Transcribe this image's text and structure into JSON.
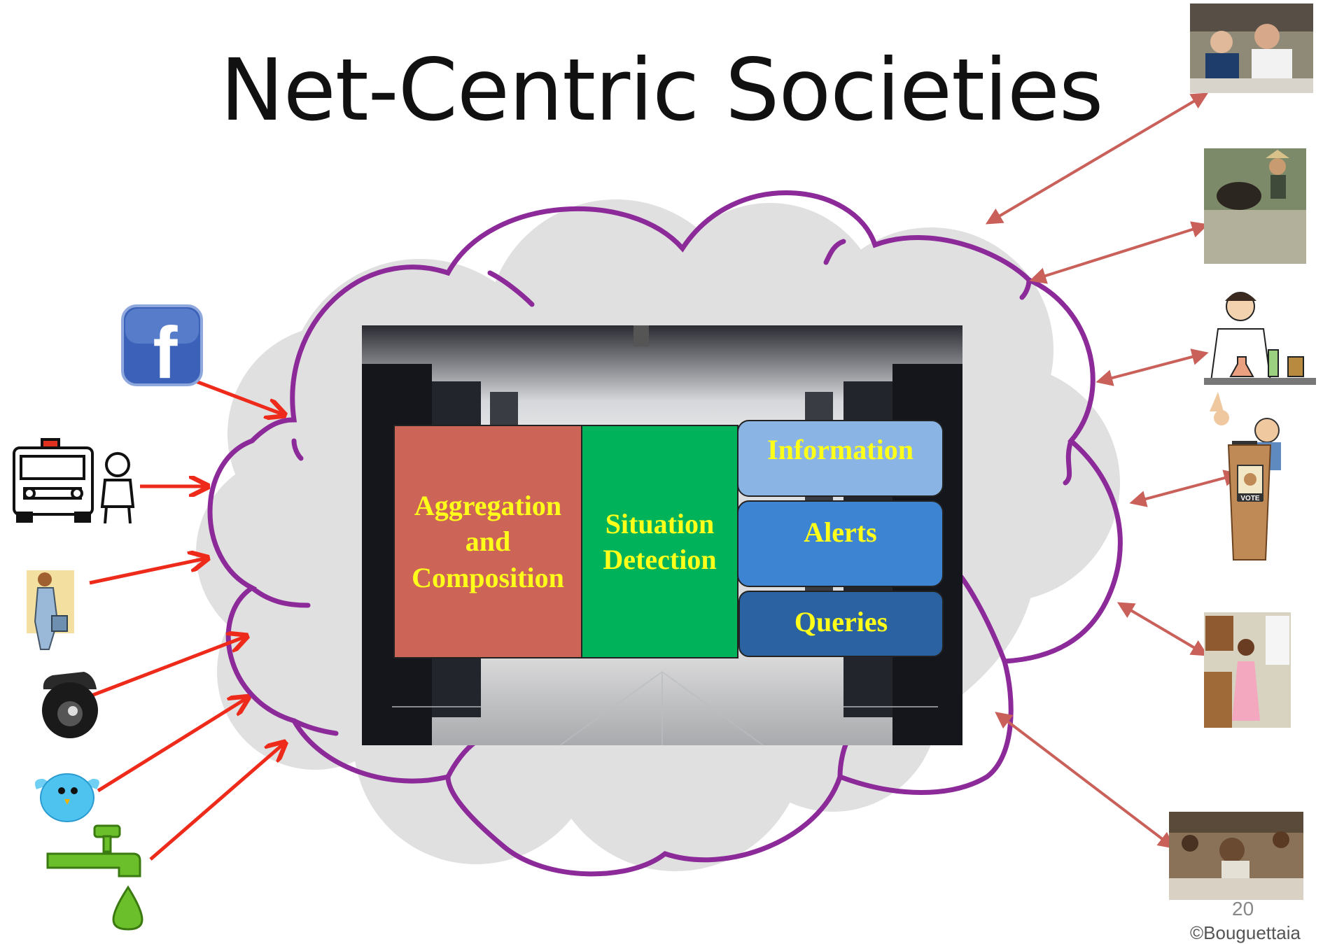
{
  "slide": {
    "title": "Net-Centric Societies",
    "page_number": "20",
    "credit": "©Bouguettaia"
  },
  "center_boxes": {
    "aggregation": "Aggregation\nand\nComposition",
    "situation": "Situation\nDetection",
    "information": "Information",
    "alerts": "Alerts",
    "queries": "Queries"
  },
  "icons": {
    "left": [
      "facebook-icon",
      "ambulance-icon",
      "traveler-icon",
      "security-camera-icon",
      "twitter-bird-icon",
      "water-tap-icon"
    ],
    "right": [
      "business-dinner-photo",
      "farmer-ox-photo",
      "scientist-icon",
      "politician-vote-icon",
      "kitchen-photo",
      "classroom-exam-photo"
    ],
    "facebook_glyph": "f",
    "vote_sign": "VOTE"
  },
  "colors": {
    "cloud_fill": "#e0e0e0",
    "cloud_stroke": "#8b2a98",
    "left_arrow": "#ee2a1a",
    "right_arrow": "#c9605a",
    "aggregation": "#cd6458",
    "situation": "#00b35a",
    "information": "#89b4e3",
    "alerts": "#3d85d2",
    "queries": "#2a62a2",
    "label_text": "#ffff1a"
  }
}
